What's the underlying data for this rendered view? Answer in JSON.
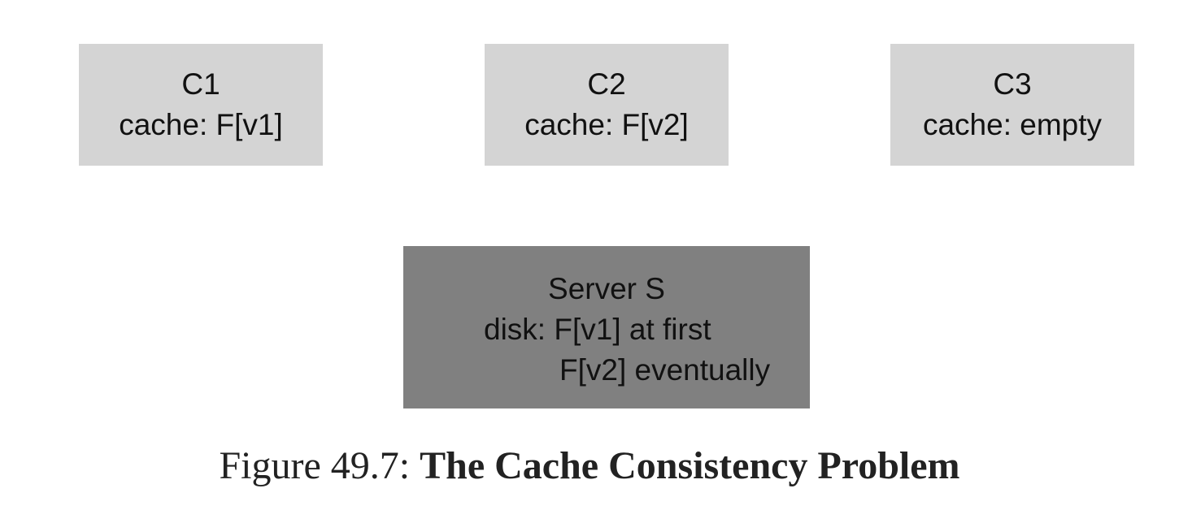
{
  "clients": [
    {
      "name": "C1",
      "cache": "cache: F[v1]"
    },
    {
      "name": "C2",
      "cache": "cache: F[v2]"
    },
    {
      "name": "C3",
      "cache": "cache: empty"
    }
  ],
  "server": {
    "name": "Server S",
    "disk_line1": "disk: F[v1] at first",
    "disk_line2": "F[v2] eventually"
  },
  "caption": {
    "label": "Figure 49.7:",
    "title": "The Cache Consistency Problem"
  },
  "colors": {
    "client_fill": "#d4d4d4",
    "server_fill": "#808080"
  }
}
